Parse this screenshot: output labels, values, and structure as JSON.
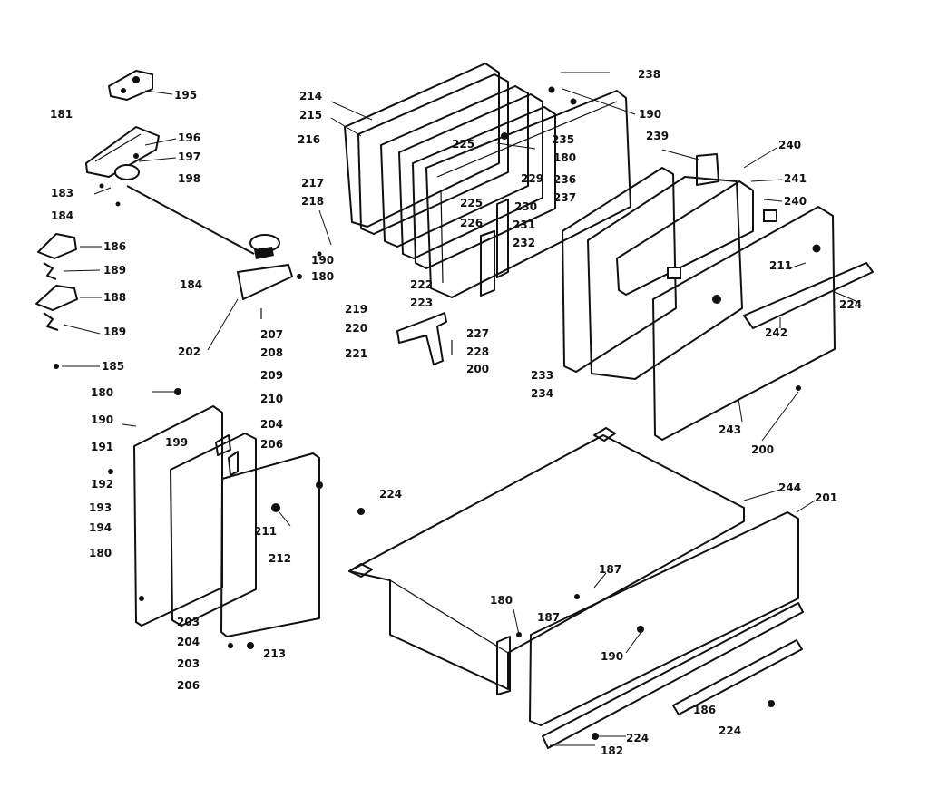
{
  "colors": {
    "ink": "#111111",
    "paper": "#ffffff"
  },
  "labels": {
    "l195": "195",
    "l181": "181",
    "l196": "196",
    "l197": "197",
    "l183": "183",
    "l198": "198",
    "l184a": "184",
    "l186a": "186",
    "l189a": "189",
    "l188": "188",
    "l189b": "189",
    "l185": "185",
    "l214": "214",
    "l215": "215",
    "l216": "216",
    "l217": "217",
    "l218": "218",
    "l190a": "190",
    "l180a": "180",
    "l184b": "184",
    "l202": "202",
    "l207": "207",
    "l208": "208",
    "l209": "209",
    "l210": "210",
    "l204a": "204",
    "l206a": "206",
    "l219": "219",
    "l220": "220",
    "l221": "221",
    "l222": "222",
    "l223": "223",
    "l225a": "225",
    "l225b": "225",
    "l226": "226",
    "l227": "227",
    "l228": "228",
    "l200a": "200",
    "l229": "229",
    "l230": "230",
    "l231": "231",
    "l232": "232",
    "l233": "233",
    "l234": "234",
    "l235": "235",
    "l180b": "180",
    "l236": "236",
    "l237": "237",
    "l238": "238",
    "l190b": "190",
    "l239": "239",
    "l240a": "240",
    "l241": "241",
    "l240b": "240",
    "l211a": "211",
    "l224a": "224",
    "l242": "242",
    "l243": "243",
    "l200b": "200",
    "l180c": "180",
    "l190c": "190",
    "l191": "191",
    "l192": "192",
    "l193": "193",
    "l194": "194",
    "l180d": "180",
    "l199": "199",
    "l211b": "211",
    "l212": "212",
    "l203a": "203",
    "l204b": "204",
    "l203b": "203",
    "l206b": "206",
    "l213": "213",
    "l224b": "224",
    "l244": "244",
    "l201": "201",
    "l187a": "187",
    "l187b": "187",
    "l180e": "180",
    "l190d": "190",
    "l186b": "186",
    "l224c": "224",
    "l182": "182",
    "l224d": "224"
  }
}
